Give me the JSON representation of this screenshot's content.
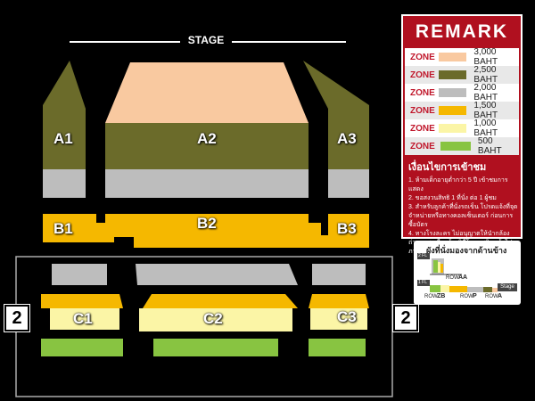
{
  "stage": {
    "label": "STAGE"
  },
  "zones": {
    "a1": "A1",
    "a2": "A2",
    "a3": "A3",
    "b1": "B1",
    "b2": "B2",
    "b3": "B3",
    "c1": "C1",
    "c2": "C2",
    "c3": "C3"
  },
  "side_badges": {
    "left": "2",
    "right": "2"
  },
  "remark": {
    "title": "REMARK",
    "rows": [
      {
        "zone": "ZONE",
        "color": "#f9c9a0",
        "price": "3,000 BAHT"
      },
      {
        "zone": "ZONE",
        "color": "#6b6b2a",
        "price": "2,500 BAHT"
      },
      {
        "zone": "ZONE",
        "color": "#bdbdbd",
        "price": "2,000 BAHT"
      },
      {
        "zone": "ZONE",
        "color": "#f5b800",
        "price": "1,500 BAHT"
      },
      {
        "zone": "ZONE",
        "color": "#fbf5a6",
        "price": "1,000 BAHT"
      },
      {
        "zone": "ZONE",
        "color": "#88c441",
        "price": "500 BAHT"
      }
    ],
    "notes_title": "เงื่อนไขการเข้าชม",
    "notes": [
      "1. ห้ามเด็กอายุต่ำกว่า 5 ปี เข้าชมการแสดง",
      "2. ขอสงวนสิทธิ 1 ที่นั่ง ต่อ 1 ผู้ชม",
      "3. สำหรับลูกค้าที่นั่งรถเข็น โปรดแจ้งที่จุดจำหน่ายหรือทางคอลเซ็นเตอร์ ก่อนการซื้อบัตร",
      "4. ทางโรงละคร ไม่อนุญาตให้นำกล้องถ่ายภาพ หรือกล้องวิดีโอทุกชนิด เข้าไปภายในโรงละคร"
    ]
  },
  "side_view": {
    "title": "ผังที่นั่งมองจากด้านข้าง",
    "floor2": "2 FL",
    "floor1": "1 FL",
    "row_aa": "AA",
    "row_zb": "ZB",
    "row_p": "P",
    "row_a": "A",
    "row_word": "ROW",
    "stage": "Stage"
  }
}
